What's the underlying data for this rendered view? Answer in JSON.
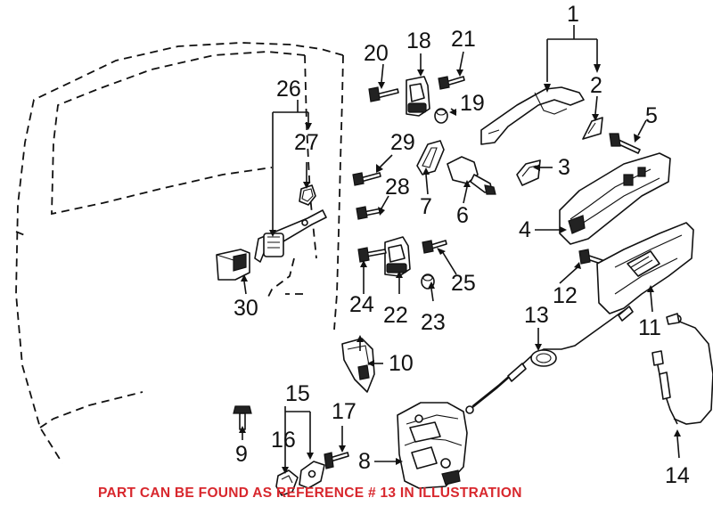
{
  "callouts": [
    "1",
    "2",
    "3",
    "4",
    "5",
    "6",
    "7",
    "8",
    "9",
    "10",
    "11",
    "12",
    "13",
    "14",
    "15",
    "16",
    "17",
    "18",
    "19",
    "20",
    "21",
    "22",
    "23",
    "24",
    "25",
    "26",
    "27",
    "28",
    "29",
    "30"
  ],
  "caption": "PART CAN BE FOUND AS REFERENCE # 13 IN ILLUSTRATION",
  "colors": {
    "caption": "#d8272d",
    "linework": "#111111",
    "background": "#ffffff"
  }
}
